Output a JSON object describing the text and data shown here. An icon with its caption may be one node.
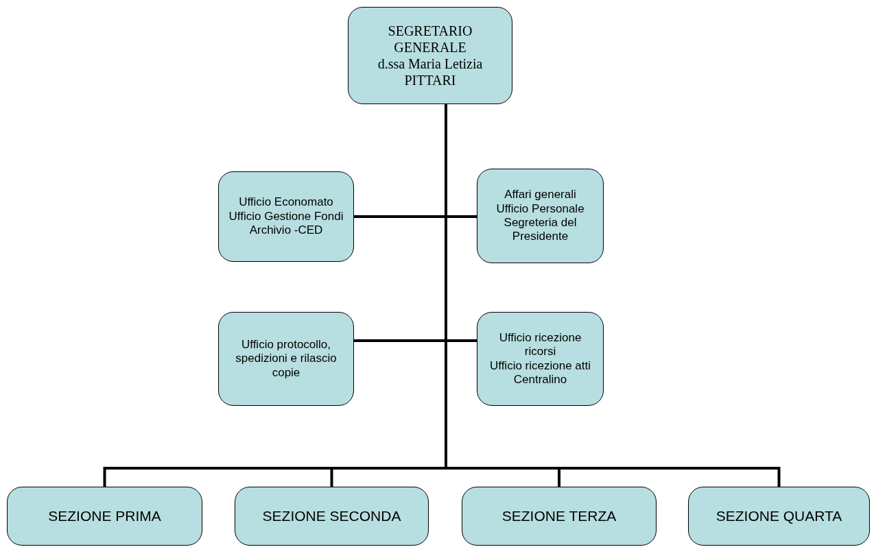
{
  "diagram": {
    "nodes": [
      {
        "text": [
          "SEGRETARIO GENERALE",
          "d.ssa Maria Letizia PITTARI"
        ]
      },
      {
        "text": [
          "Ufficio Economato",
          "Ufficio Gestione Fondi",
          "Archivio -CED"
        ]
      },
      {
        "text": [
          "Affari generali",
          "Ufficio Personale",
          "Segreteria del Presidente"
        ]
      },
      {
        "text": [
          "Ufficio protocollo, spedizioni e rilascio copie"
        ]
      },
      {
        "text": [
          "Ufficio ricezione ricorsi",
          "Ufficio ricezione atti",
          "Centralino"
        ]
      },
      {
        "text": [
          "SEZIONE PRIMA"
        ]
      },
      {
        "text": [
          "SEZIONE SECONDA"
        ]
      },
      {
        "text": [
          "SEZIONE TERZA"
        ]
      },
      {
        "text": [
          "SEZIONE QUARTA"
        ]
      }
    ],
    "edges": [
      {
        "from": 0,
        "to": 1,
        "arrow": "none"
      },
      {
        "from": 0,
        "to": 2,
        "arrow": "none"
      },
      {
        "from": 0,
        "to": 3,
        "arrow": "none"
      },
      {
        "from": 0,
        "to": 4,
        "arrow": "none"
      },
      {
        "from": 0,
        "to": 5,
        "arrow": "none"
      },
      {
        "from": 0,
        "to": 6,
        "arrow": "none"
      },
      {
        "from": 0,
        "to": 7,
        "arrow": "none"
      },
      {
        "from": 0,
        "to": 8,
        "arrow": "none"
      }
    ]
  }
}
